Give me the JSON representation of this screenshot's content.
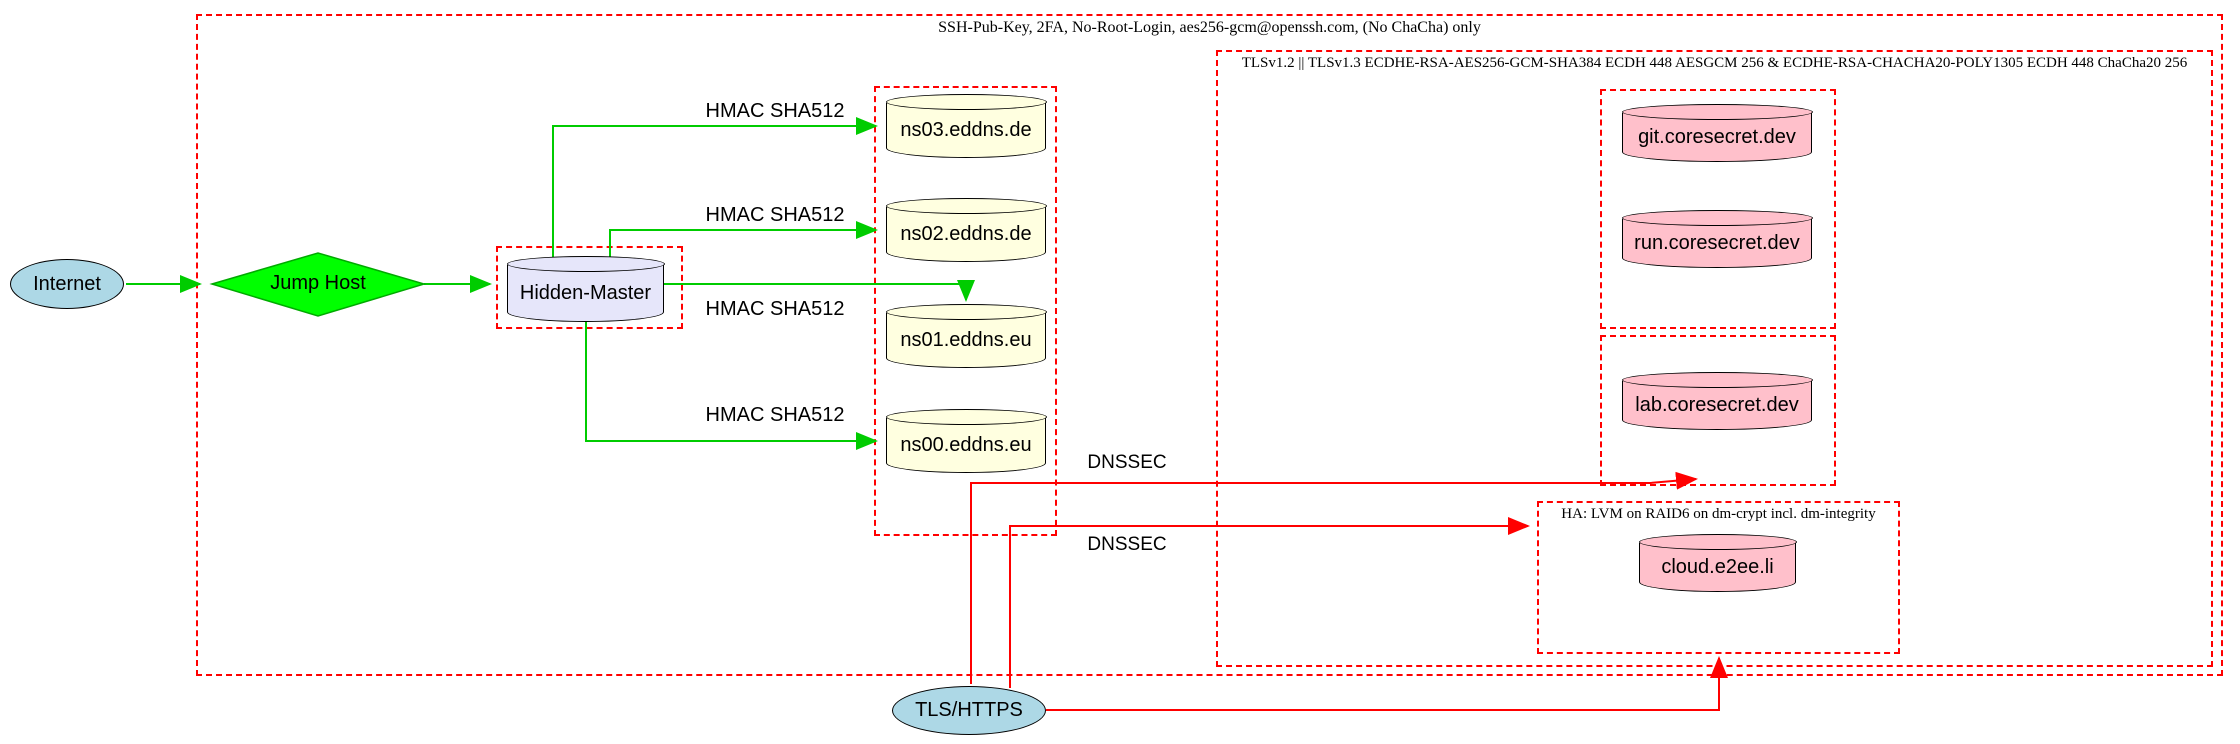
{
  "clusters": {
    "ssh": {
      "label": "SSH-Pub-Key, 2FA, No-Root-Login, aes256-gcm@openssh.com, (No ChaCha) only"
    },
    "tls": {
      "label": "TLSv1.2 || TLSv1.3 ECDHE-RSA-AES256-GCM-SHA384 ECDH 448 AESGCM 256 & ECDHE-RSA-CHACHA20-POLY1305 ECDH 448 ChaCha20 256"
    },
    "ha": {
      "label": "HA: LVM on RAID6 on dm-crypt incl. dm-integrity"
    }
  },
  "nodes": {
    "internet": {
      "label": "Internet",
      "shape": "ellipse",
      "fill": "#add8e6"
    },
    "jump_host": {
      "label": "Jump Host",
      "shape": "diamond",
      "fill": "#00ff00"
    },
    "hidden_master": {
      "label": "Hidden-Master",
      "shape": "cylinder",
      "fill": "#e6e6fa"
    },
    "ns03": {
      "label": "ns03.eddns.de",
      "shape": "cylinder",
      "fill": "#ffffe0"
    },
    "ns02": {
      "label": "ns02.eddns.de",
      "shape": "cylinder",
      "fill": "#ffffe0"
    },
    "ns01": {
      "label": "ns01.eddns.eu",
      "shape": "cylinder",
      "fill": "#ffffe0"
    },
    "ns00": {
      "label": "ns00.eddns.eu",
      "shape": "cylinder",
      "fill": "#ffffe0"
    },
    "git": {
      "label": "git.coresecret.dev",
      "shape": "cylinder",
      "fill": "#ffc0cb"
    },
    "run": {
      "label": "run.coresecret.dev",
      "shape": "cylinder",
      "fill": "#ffc0cb"
    },
    "lab": {
      "label": "lab.coresecret.dev",
      "shape": "cylinder",
      "fill": "#ffc0cb"
    },
    "cloud": {
      "label": "cloud.e2ee.li",
      "shape": "cylinder",
      "fill": "#ffc0cb"
    },
    "tls_https": {
      "label": "TLS/HTTPS",
      "shape": "ellipse",
      "fill": "#add8e6"
    }
  },
  "edges": [
    {
      "from": "Internet",
      "to": "Jump Host",
      "label": "",
      "color": "green"
    },
    {
      "from": "Jump Host",
      "to": "Hidden-Master",
      "label": "",
      "color": "green"
    },
    {
      "from": "Hidden-Master",
      "to": "ns03.eddns.de",
      "label": "HMAC SHA512",
      "color": "green"
    },
    {
      "from": "Hidden-Master",
      "to": "ns02.eddns.de",
      "label": "HMAC SHA512",
      "color": "green"
    },
    {
      "from": "Hidden-Master",
      "to": "ns01.eddns.eu",
      "label": "HMAC SHA512",
      "color": "green"
    },
    {
      "from": "Hidden-Master",
      "to": "ns00.eddns.eu",
      "label": "HMAC SHA512",
      "color": "green"
    },
    {
      "from": "TLS/HTTPS",
      "to": "coresecret servers",
      "label": "DNSSEC",
      "color": "red"
    },
    {
      "from": "TLS/HTTPS",
      "to": "HA cluster",
      "label": "DNSSEC",
      "color": "red"
    },
    {
      "from": "TLS/HTTPS",
      "to": "cloud.e2ee.li",
      "label": "",
      "color": "red"
    }
  ],
  "colors": {
    "cluster_border": "#ff0000",
    "edge_green": "#00cc00",
    "edge_red": "#ff0000",
    "node_border": "#000000",
    "ellipse_fill": "#add8e6",
    "diamond_fill": "#00ff00",
    "master_fill": "#e6e6fa",
    "nameserver_fill": "#ffffe0",
    "secret_fill": "#ffc0cb",
    "background": "#ffffff"
  }
}
